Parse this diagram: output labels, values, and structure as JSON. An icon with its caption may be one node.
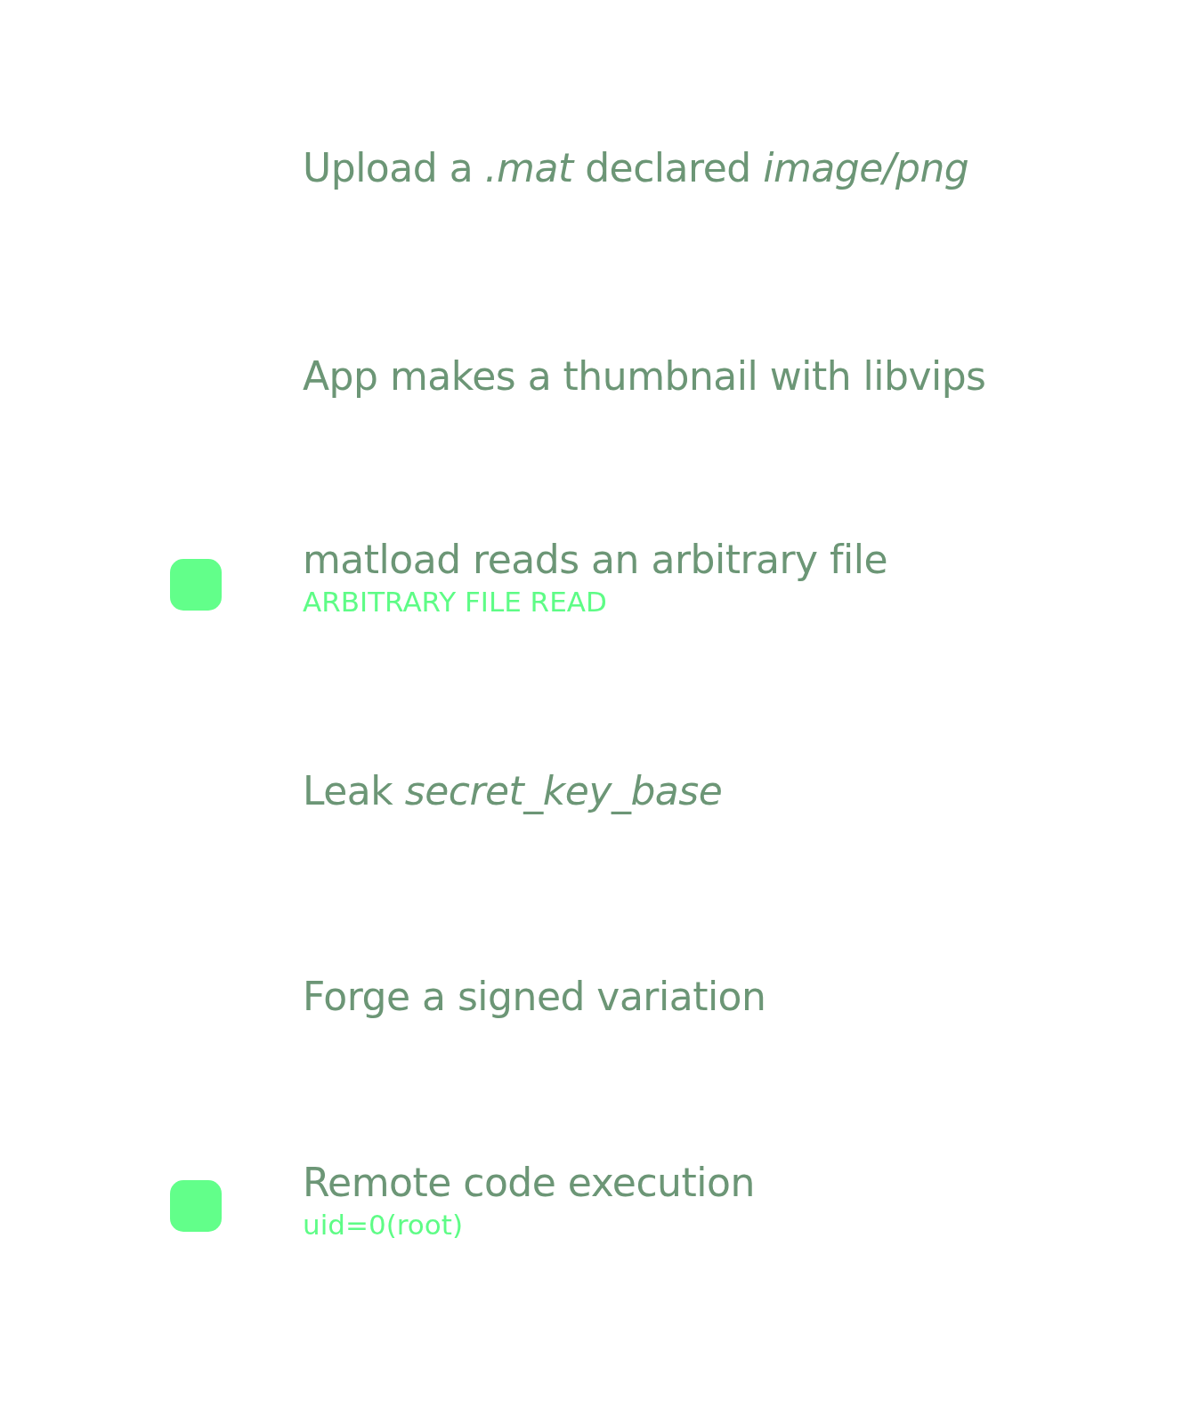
{
  "diagram": {
    "nodes": [
      {
        "text": [
          "Upload a *.mat* declared *image/png*"
        ]
      },
      {
        "text": [
          "App makes a thumbnail with libvips"
        ]
      },
      {
        "text": [
          "matload reads an arbitrary file",
          "ARBITRARY FILE READ"
        ]
      },
      {
        "text": [
          "Leak *secret_key_base*"
        ]
      },
      {
        "text": [
          "Forge a signed variation"
        ]
      },
      {
        "text": [
          "Remote code execution",
          "uid=0(root)"
        ]
      }
    ]
  }
}
